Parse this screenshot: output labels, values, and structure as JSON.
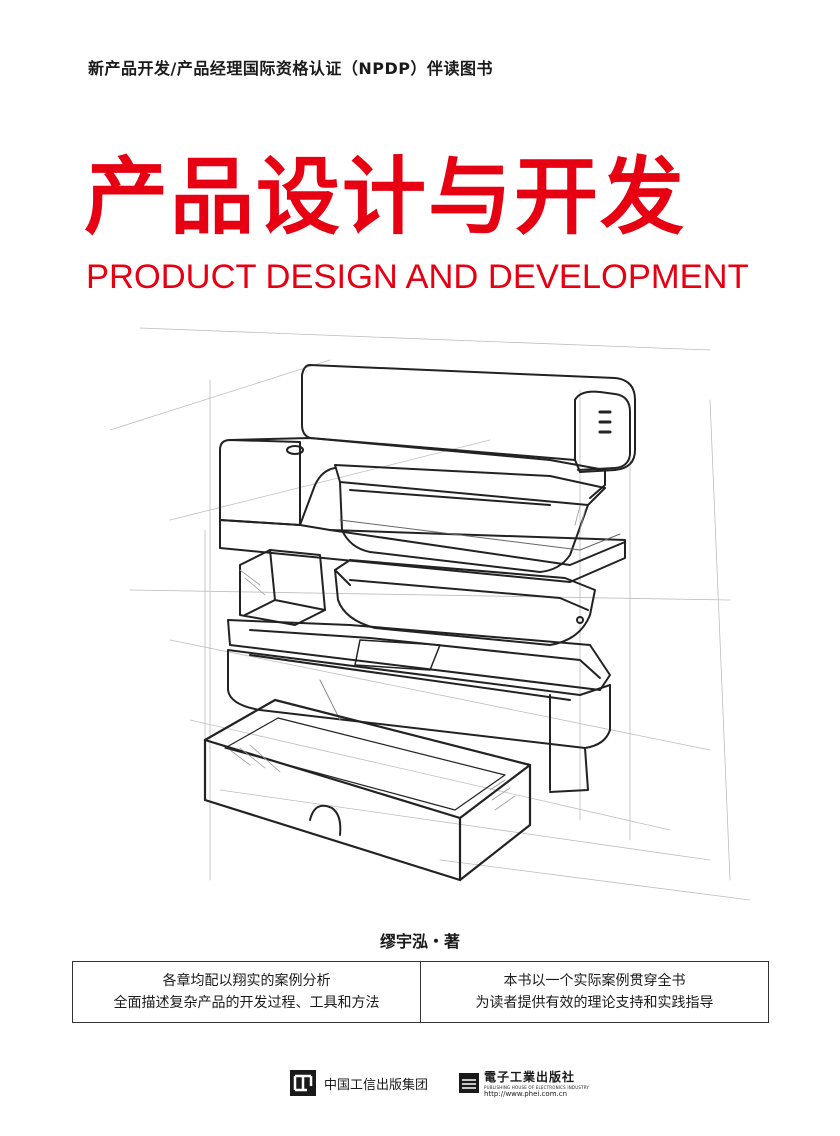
{
  "cover": {
    "series": "新产品开发/产品经理国际资格认证（NPDP）伴读图书",
    "title_zh": "产品设计与开发",
    "title_en": "PRODUCT DESIGN AND DEVELOPMENT",
    "author": "缪宇泓・著",
    "features": {
      "left": [
        "各章均配以翔实的案例分析",
        "全面描述复杂产品的开发过程、工具和方法"
      ],
      "right": [
        "本书以一个实际案例贯穿全书",
        "为读者提供有效的理论支持和实践指导"
      ]
    },
    "publishers": {
      "group": "中国工信出版集团",
      "house": "電子工業出版社",
      "house_en": "PUBLISHING HOUSE OF ELECTRONICS INDUSTRY",
      "url": "http://www.phei.com.cn"
    },
    "colors": {
      "accent": "#e60012",
      "ink": "#1a1a1a"
    },
    "icons": [
      "product-sketch-illustration",
      "miit-group-logo",
      "phei-logo"
    ]
  }
}
